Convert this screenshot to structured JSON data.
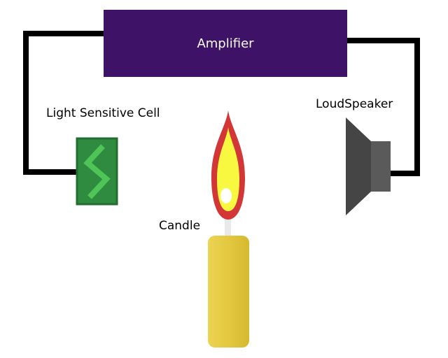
{
  "diagram": {
    "amplifier": {
      "label": "Amplifier",
      "color": "#3e1266",
      "text_color": "#ffffff"
    },
    "light_sensitive_cell": {
      "label": "Light Sensitive Cell",
      "body_color": "#2e8b3f",
      "border_color": "#226e31",
      "zigzag_color": "#4fc558"
    },
    "loudspeaker": {
      "label": "LoudSpeaker",
      "cone_color": "#454545",
      "driver_color": "#5a5a5a"
    },
    "candle": {
      "label": "Candle",
      "body_color": "#e2c63e",
      "wick_color": "#e9e9e9",
      "flame_outer_color": "#d23636",
      "flame_inner_color": "#f8f840",
      "flame_core_color": "#ffffff"
    },
    "wire_color": "#000000"
  }
}
